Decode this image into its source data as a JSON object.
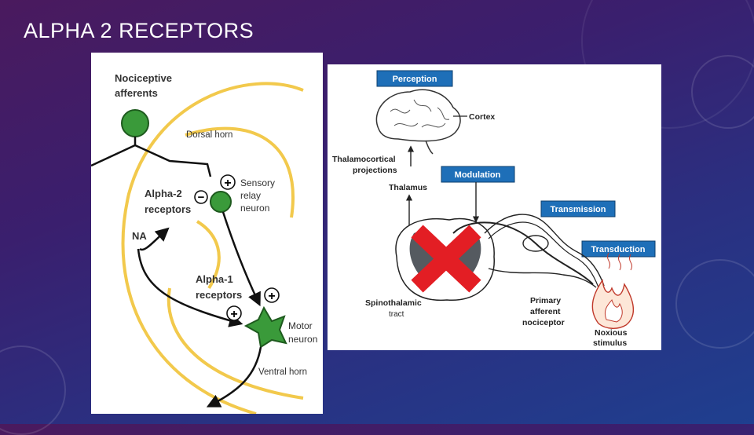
{
  "slide": {
    "title": "ALPHA 2 RECEPTORS"
  },
  "left_diagram": {
    "labels": {
      "nociceptive": "Nociceptive",
      "afferents": "afferents",
      "dorsal_horn": "Dorsal horn",
      "sensory": "Sensory",
      "relay": "relay",
      "neuron": "neuron",
      "alpha2": "Alpha-2",
      "receptors_a2": "receptors",
      "na": "NA",
      "alpha1": "Alpha-1",
      "receptors_a1": "receptors",
      "motor": "Motor",
      "motor_neuron": "neuron",
      "ventral_horn": "Ventral horn"
    },
    "signs": {
      "plus": "+",
      "minus": "−"
    },
    "colors": {
      "neuron_green": "#3a9a3a",
      "horn_yellow": "#f2c94c"
    }
  },
  "right_diagram": {
    "boxes": {
      "perception": "Perception",
      "modulation": "Modulation",
      "transmission": "Transmission",
      "transduction": "Transduction"
    },
    "labels": {
      "cortex": "Cortex",
      "thalamocortical": "Thalamocortical",
      "projections": "projections",
      "thalamus": "Thalamus",
      "spinothalamic": "Spinothalamic",
      "tract": "tract",
      "primary": "Primary",
      "afferent": "afferent",
      "nociceptor": "nociceptor",
      "noxious": "Noxious",
      "stimulus": "stimulus"
    },
    "colors": {
      "box_blue": "#1e6fb8",
      "cross_red": "#e31e24",
      "grey_matter": "#555a60"
    }
  }
}
